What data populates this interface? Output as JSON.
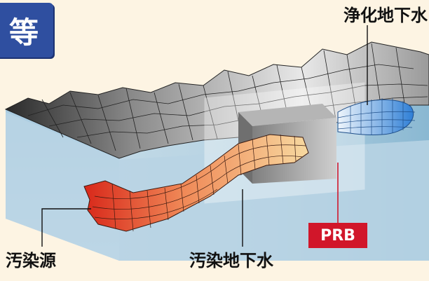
{
  "title_badge": "等",
  "labels": {
    "clean_groundwater": "浄化地下水",
    "contamination_source": "汚染源",
    "contaminated_groundwater": "汚染地下水",
    "prb": "PRB"
  },
  "colors": {
    "background": "#fdf4e3",
    "badge": "#2f4fa0",
    "prb_label": "#d1162a",
    "block_side": "#9cc4da",
    "contaminant": "#e0301e",
    "clean_plume": "#4a8ed8"
  }
}
